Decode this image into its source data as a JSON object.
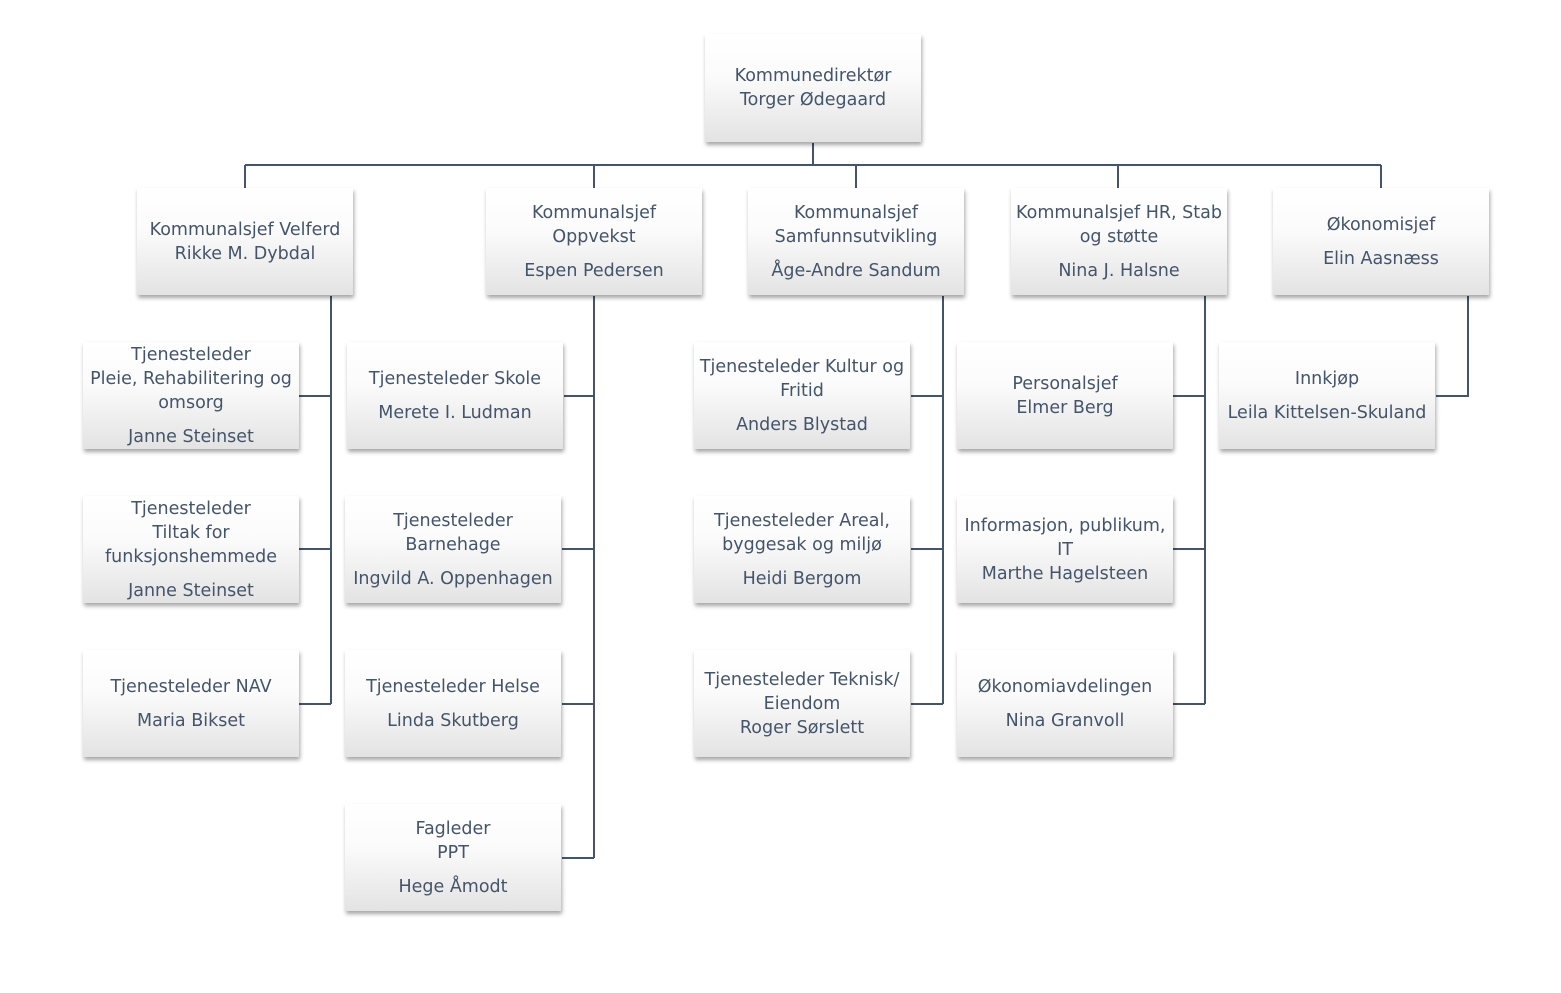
{
  "colors": {
    "line": "#44546a",
    "text": "#44546a"
  },
  "nodes": {
    "director": {
      "title": "Kommunedirektør",
      "name": "Torger Ødegaard"
    },
    "velferd": {
      "title": "Kommunalsjef Velferd",
      "name": "Rikke M. Dybdal"
    },
    "oppvekst": {
      "title": "Kommunalsjef\nOppvekst",
      "name": "Espen Pedersen"
    },
    "samfunn": {
      "title": "Kommunalsjef\nSamfunnsutvikling",
      "name": "Åge-Andre Sandum"
    },
    "hr": {
      "title": "Kommunalsjef HR, Stab\nog støtte",
      "name": "Nina J. Halsne"
    },
    "okonomi": {
      "title": "Økonomisjef",
      "name": "Elin Aasnæss"
    },
    "pleie": {
      "title": "Tjenesteleder\nPleie, Rehabilitering og\nomsorg",
      "name": "Janne Steinset"
    },
    "tiltak": {
      "title": "Tjenesteleder\nTiltak for\nfunksjonshemmede",
      "name": "Janne Steinset"
    },
    "nav": {
      "title": "Tjenesteleder NAV",
      "name": "Maria Bikset"
    },
    "skole": {
      "title": "Tjenesteleder Skole",
      "name": "Merete I. Ludman"
    },
    "barnehage": {
      "title": "Tjenesteleder\nBarnehage",
      "name": "Ingvild A. Oppenhagen"
    },
    "helse": {
      "title": "Tjenesteleder Helse",
      "name": "Linda Skutberg"
    },
    "ppt": {
      "title": "Fagleder\nPPT",
      "name": "Hege Åmodt"
    },
    "kultur": {
      "title": "Tjenesteleder Kultur og\nFritid",
      "name": "Anders Blystad"
    },
    "areal": {
      "title": "Tjenesteleder Areal,\nbyggesak og miljø",
      "name": "Heidi Bergom"
    },
    "teknisk": {
      "title": "Tjenesteleder Teknisk/\nEiendom",
      "name": "Roger Sørslett"
    },
    "personal": {
      "title": "Personalsjef",
      "name": "Elmer Berg"
    },
    "info": {
      "title": "Informasjon, publikum,\nIT",
      "name": "Marthe Hagelsteen"
    },
    "okavd": {
      "title": "Økonomiavdelingen",
      "name": "Nina Granvoll"
    },
    "innkjop": {
      "title": "Innkjøp",
      "name": "Leila Kittelsen-Skuland"
    }
  }
}
